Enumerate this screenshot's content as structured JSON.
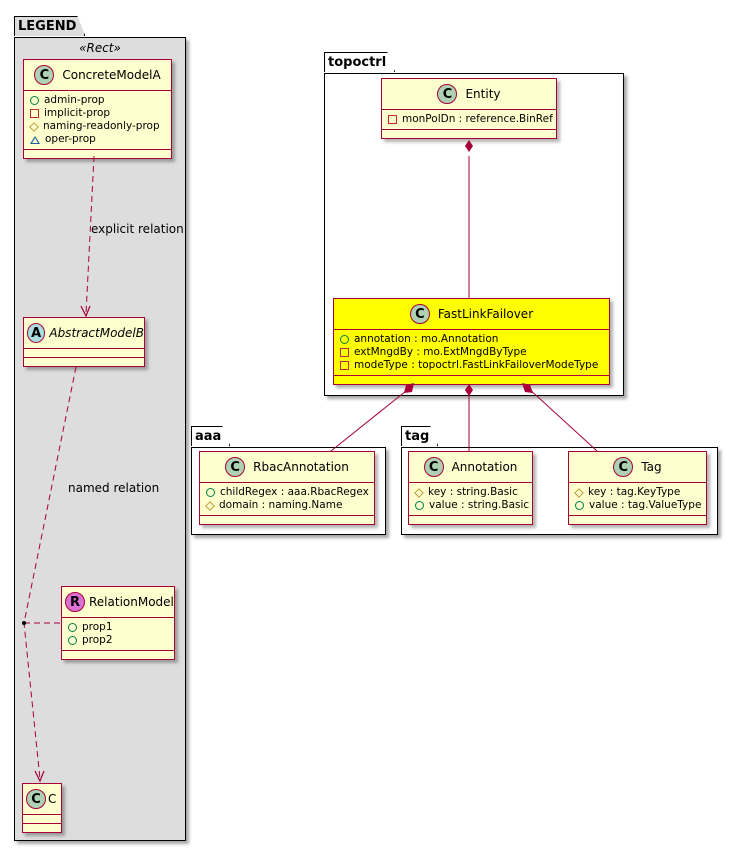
{
  "legend": {
    "package_name": "LEGEND",
    "stereotype": "«Rect»",
    "classes": {
      "concrete": {
        "badge": "C",
        "name": "ConcreteModelA",
        "attributes": [
          {
            "visibility": "public",
            "text": "admin-prop"
          },
          {
            "visibility": "private",
            "text": "implicit-prop"
          },
          {
            "visibility": "protected",
            "text": "naming-readonly-prop"
          },
          {
            "visibility": "package",
            "text": "oper-prop"
          }
        ]
      },
      "abstract": {
        "badge": "A",
        "name": "AbstractModelB"
      },
      "relation": {
        "badge": "R",
        "name": "RelationModel",
        "attributes": [
          {
            "visibility": "public",
            "text": "prop1"
          },
          {
            "visibility": "public",
            "text": "prop2"
          }
        ]
      },
      "c": {
        "badge": "C",
        "name": "C"
      }
    },
    "edge_labels": {
      "explicit": "explicit relation",
      "named": "named relation"
    }
  },
  "packages": {
    "topoctrl": {
      "name": "topoctrl",
      "entity": {
        "badge": "C",
        "name": "Entity",
        "attributes": [
          {
            "visibility": "private",
            "text": "monPolDn : reference.BinRef"
          }
        ]
      },
      "fastlink": {
        "badge": "C",
        "name": "FastLinkFailover",
        "highlight_color": "#ffff00",
        "attributes": [
          {
            "visibility": "public",
            "text": "annotation : mo.Annotation"
          },
          {
            "visibility": "private",
            "text": "extMngdBy : mo.ExtMngdByType"
          },
          {
            "visibility": "private",
            "text": "modeType : topoctrl.FastLinkFailoverModeType"
          }
        ]
      }
    },
    "aaa": {
      "name": "aaa",
      "rbac": {
        "badge": "C",
        "name": "RbacAnnotation",
        "attributes": [
          {
            "visibility": "public",
            "text": "childRegex : aaa.RbacRegex"
          },
          {
            "visibility": "protected",
            "text": "domain : naming.Name"
          }
        ]
      }
    },
    "tag": {
      "name": "tag",
      "annotation": {
        "badge": "C",
        "name": "Annotation",
        "attributes": [
          {
            "visibility": "protected",
            "text": "key : string.Basic"
          },
          {
            "visibility": "public",
            "text": "value : string.Basic"
          }
        ]
      },
      "tagcls": {
        "badge": "C",
        "name": "Tag",
        "attributes": [
          {
            "visibility": "protected",
            "text": "key : tag.KeyType"
          },
          {
            "visibility": "public",
            "text": "value : tag.ValueType"
          }
        ]
      }
    }
  },
  "colors": {
    "class_fill": "#fefece",
    "class_border": "#a80036",
    "highlight_fill": "#ffff00",
    "legend_fill": "#dddddd",
    "edge": "#a80036"
  }
}
